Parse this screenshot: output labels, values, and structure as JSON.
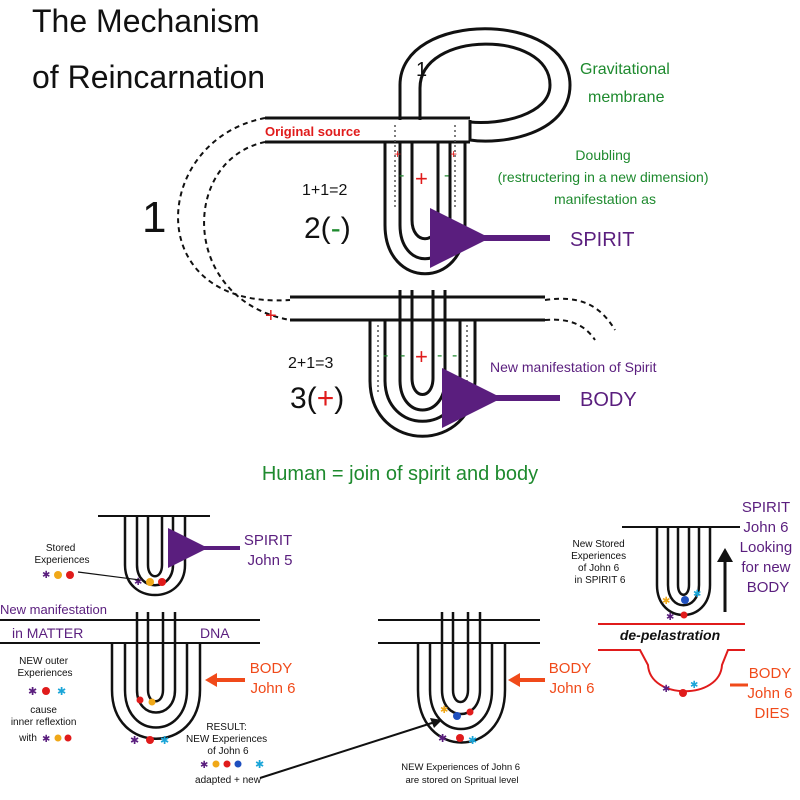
{
  "title": {
    "line1": "The Mechanism",
    "line2": "of Reincarnation"
  },
  "top": {
    "loop_number": "1",
    "gravitational": [
      "Gravitational",
      "membrane"
    ],
    "original": "Original",
    "source": "source",
    "doubling": [
      "Doubling",
      "(restructering in a new dimension)",
      "manifestation as"
    ],
    "big_one": "1",
    "eq1": "1+1=2",
    "two_prefix": "2(",
    "two_sign": "-",
    "two_suffix": ")",
    "spirit": "SPIRIT",
    "eq2": "2+1=3",
    "three_prefix": "3(",
    "three_sign": "+",
    "three_suffix": ")",
    "new_manifestation_spirit": "New manifestation of Spirit",
    "body": "BODY",
    "human": "Human = join of spirit and body",
    "plus": "+",
    "minus": "-"
  },
  "bottom": {
    "spirit_john5": [
      "SPIRIT",
      "John 5"
    ],
    "stored_experiences": [
      "Stored",
      "Experiences"
    ],
    "new_manifestation": "New manifestation",
    "in_matter": "in MATTER",
    "dna": "DNA",
    "new_outer": [
      "NEW outer",
      "Experiences"
    ],
    "cause": [
      "cause",
      "inner reflextion",
      "with"
    ],
    "body_john6_left": [
      "BODY",
      "John 6"
    ],
    "result": [
      "RESULT:",
      "NEW Experiences",
      "of John 6"
    ],
    "adapted": "adapted + new",
    "body_john6_mid": [
      "BODY",
      "John 6"
    ],
    "new_exp_stored": [
      "NEW Experiences  of John 6",
      "are stored on Spritual level"
    ],
    "new_stored_spirit6": [
      "New Stored",
      "Experiences",
      "of John 6",
      "in SPIRIT 6"
    ],
    "spirit_john6": [
      "SPIRIT",
      "John 6",
      "Looking",
      "for new",
      "BODY"
    ],
    "depelastration": "de-pelastration",
    "body_john6_dies": [
      "BODY",
      "John 6",
      "DIES"
    ]
  },
  "colors": {
    "green": "#1e8a2e",
    "purple": "#5a1e7e",
    "red": "#e01b1b",
    "orange": "#f04a1a",
    "black": "#111111",
    "blue": "#1e4fbf",
    "cyan": "#1aa5d8",
    "gold": "#f0a818"
  }
}
